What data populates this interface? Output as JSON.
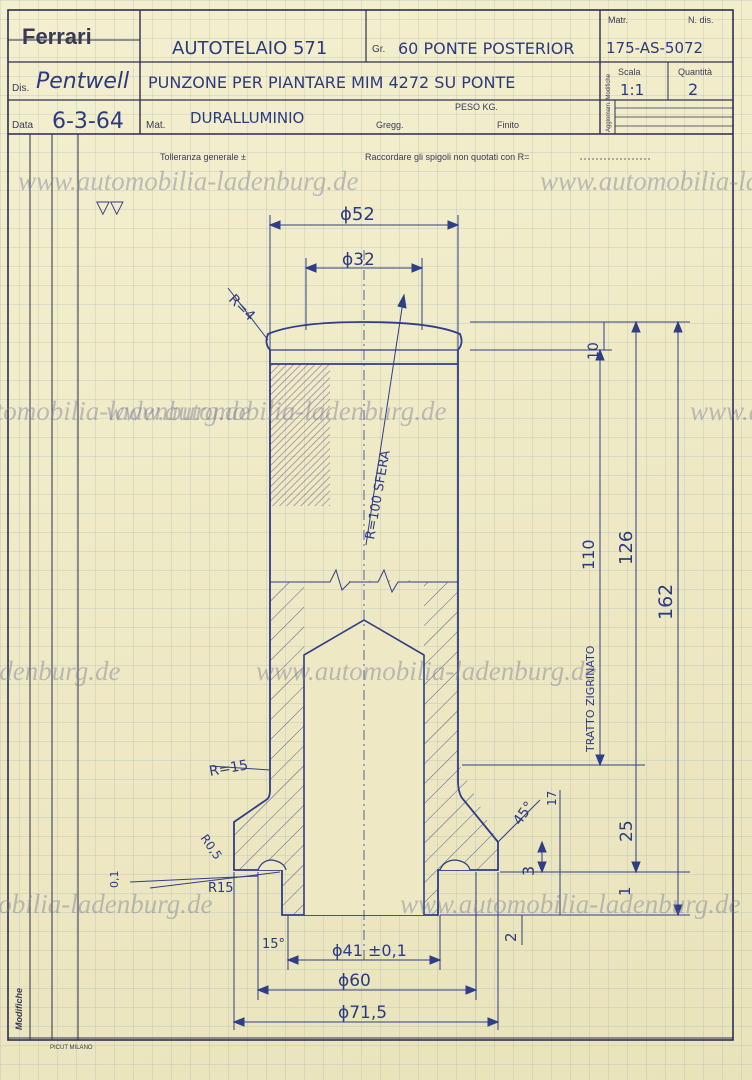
{
  "title_block": {
    "logo": "Ferrari",
    "labels": {
      "dis": "Dis.",
      "data": "Data",
      "mat": "Mat.",
      "gr": "Gr.",
      "matr": "Matr.",
      "n_dis": "N. dis.",
      "scala": "Scala",
      "quantita": "Quantità",
      "peso": "PESO KG.",
      "gregg": "Gregg.",
      "finito": "Finito",
      "aggiornamenti": "Aggiornam. Modifiche"
    },
    "signature": "Pentwell",
    "date": "6-3-64",
    "line1": "AUTOTELAIO 571",
    "group": "60 PONTE POSTERIOR",
    "part_name": "PUNZONE PER PIANTARE MIM 4272 SU PONTE",
    "material": "DURALLUMINIO",
    "drawing_number": "175-AS-5072",
    "scale": "1:1",
    "quantity": "2"
  },
  "notes": {
    "tolleranza": "Tolleranza generale ±",
    "raccordare": "Raccordare gli spigoli non quotati con R="
  },
  "dimensions": {
    "d52": "ϕ52",
    "d32": "ϕ32",
    "r4": "R=4",
    "r100": "R=100 SFERA",
    "h10": "10",
    "h110": "110",
    "h126": "126",
    "h162": "162",
    "tratto": "TRATTO ZIGRINATO",
    "r15": "R=15",
    "ang45": "45°",
    "h17": "17",
    "h25": "25",
    "h3": "3",
    "h1": "1",
    "h2": "2",
    "r05": "R0,5",
    "r15b": "R15",
    "h01": "0,1",
    "ang15": "15°",
    "d41": "ϕ41 ±0,1",
    "d60": "ϕ60",
    "d715": "ϕ71,5",
    "finish_symbol": "▽▽"
  },
  "side_label": "Modifiche",
  "footer": "PICUT MILANO",
  "watermark": "www.automobilia-ladenburg.de"
}
